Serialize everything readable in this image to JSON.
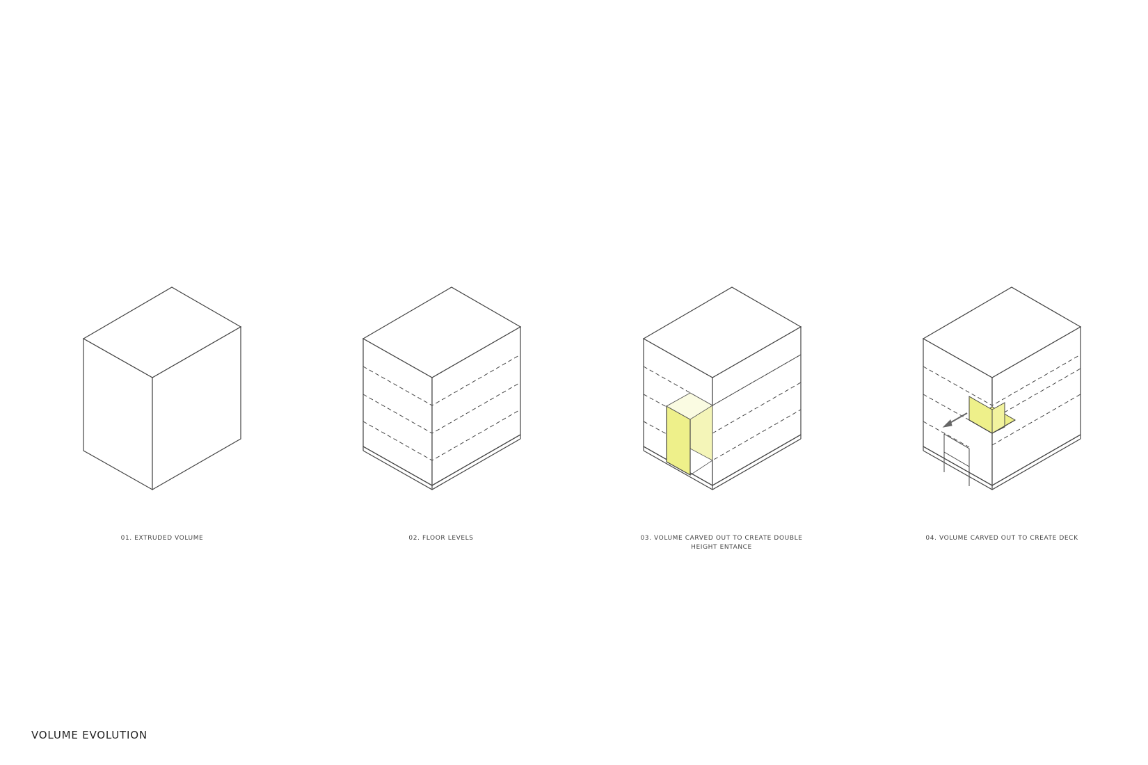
{
  "title": "VOLUME EVOLUTION",
  "accent_color": "#eef08a",
  "line_color": "#444444",
  "steps": [
    {
      "label": "01. EXTRUDED VOLUME"
    },
    {
      "label": "02. FLOOR LEVELS"
    },
    {
      "label": "03. VOLUME CARVED OUT TO CREATE DOUBLE HEIGHT ENTANCE"
    },
    {
      "label": "04. VOLUME CARVED OUT TO CREATE DECK"
    }
  ]
}
